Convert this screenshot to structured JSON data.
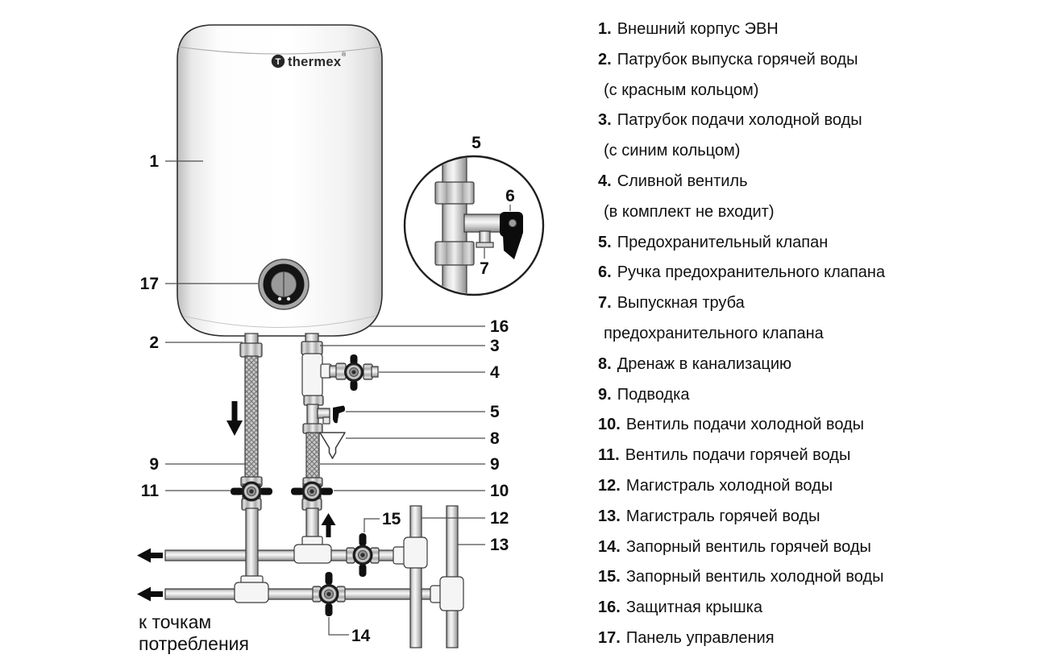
{
  "diagram": {
    "brand": {
      "logo_text": "thermex",
      "logo_mark": "T",
      "registered": "®"
    },
    "callouts": {
      "body": "1",
      "panel": "17",
      "hot_outlet": "2",
      "hose_left": "9",
      "valve_hot_supply": "11",
      "inset_safety_valve": "5",
      "inset_handle": "6",
      "inset_outlet_pipe": "7",
      "cover": "16",
      "cold_inlet": "3",
      "drain_valve": "4",
      "safety_valve": "5",
      "sewer_drain": "8",
      "hose_right": "9",
      "valve_cold_supply": "10",
      "main_cold": "12",
      "main_hot": "13",
      "shutoff_cold": "15",
      "shutoff_hot": "14"
    },
    "flow_note": {
      "line1": "к точкам",
      "line2": "потребления"
    },
    "colors": {
      "handle_black": "#0e0e0e",
      "pipe_gray": "#c9c9c9",
      "outline": "#3a3a3a"
    }
  },
  "legend": {
    "items": [
      {
        "num": "1.",
        "text": "Внешний корпус ЭВН"
      },
      {
        "num": "2.",
        "text": "Патрубок выпуска горячей воды"
      },
      {
        "num": "",
        "text": "(с красным кольцом)"
      },
      {
        "num": "3.",
        "text": "Патрубок подачи холодной воды"
      },
      {
        "num": "",
        "text": "(с синим кольцом)"
      },
      {
        "num": "4.",
        "text": "Сливной вентиль"
      },
      {
        "num": "",
        "text": "(в комплект не входит)"
      },
      {
        "num": "5.",
        "text": "Предохранительный клапан"
      },
      {
        "num": "6.",
        "text": "Ручка предохранительного клапана"
      },
      {
        "num": "7.",
        "text": "Выпускная труба"
      },
      {
        "num": "",
        "text": "предохранительного клапана"
      },
      {
        "num": "8.",
        "text": "Дренаж в канализацию"
      },
      {
        "num": "9.",
        "text": "Подводка"
      },
      {
        "num": "10.",
        "text": "Вентиль подачи холодной воды"
      },
      {
        "num": "11.",
        "text": "Вентиль подачи горячей воды"
      },
      {
        "num": "12.",
        "text": "Магистраль холодной воды"
      },
      {
        "num": "13.",
        "text": "Магистраль горячей воды"
      },
      {
        "num": "14.",
        "text": "Запорный вентиль горячей воды"
      },
      {
        "num": "15.",
        "text": "Запорный вентиль холодной воды"
      },
      {
        "num": "16.",
        "text": "Защитная крышка"
      },
      {
        "num": "17.",
        "text": "Панель управления"
      }
    ]
  }
}
